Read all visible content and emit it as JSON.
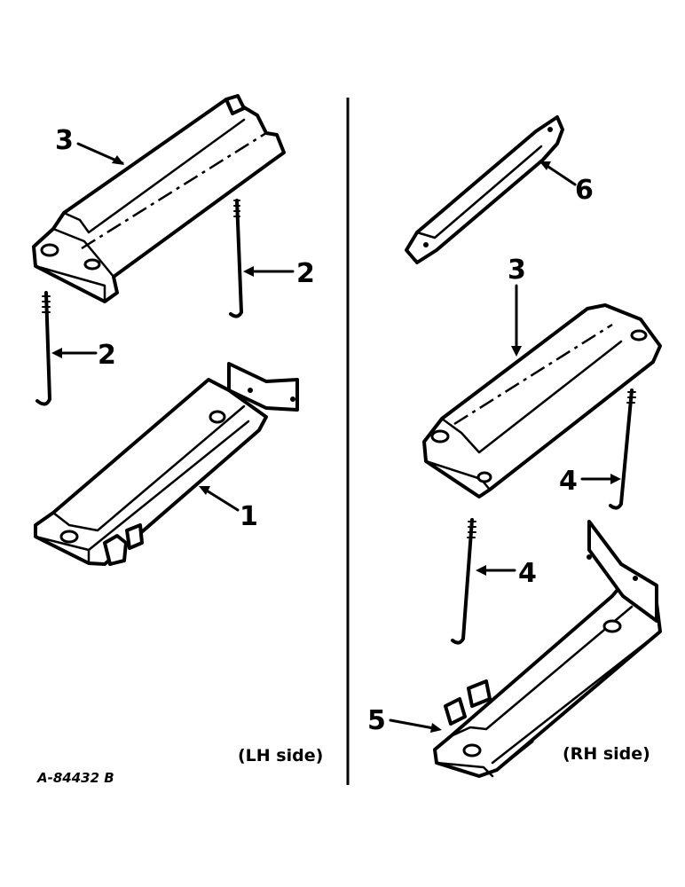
{
  "callouts": {
    "lh_3": "3",
    "lh_2_right": "2",
    "lh_2_left": "2",
    "lh_1": "1",
    "rh_6": "6",
    "rh_3": "3",
    "rh_4_right": "4",
    "rh_4_left": "4",
    "rh_5": "5"
  },
  "captions": {
    "lh_side": "(LH side)",
    "rh_side": "(RH side)"
  },
  "drawing_code": "A-84432 B"
}
